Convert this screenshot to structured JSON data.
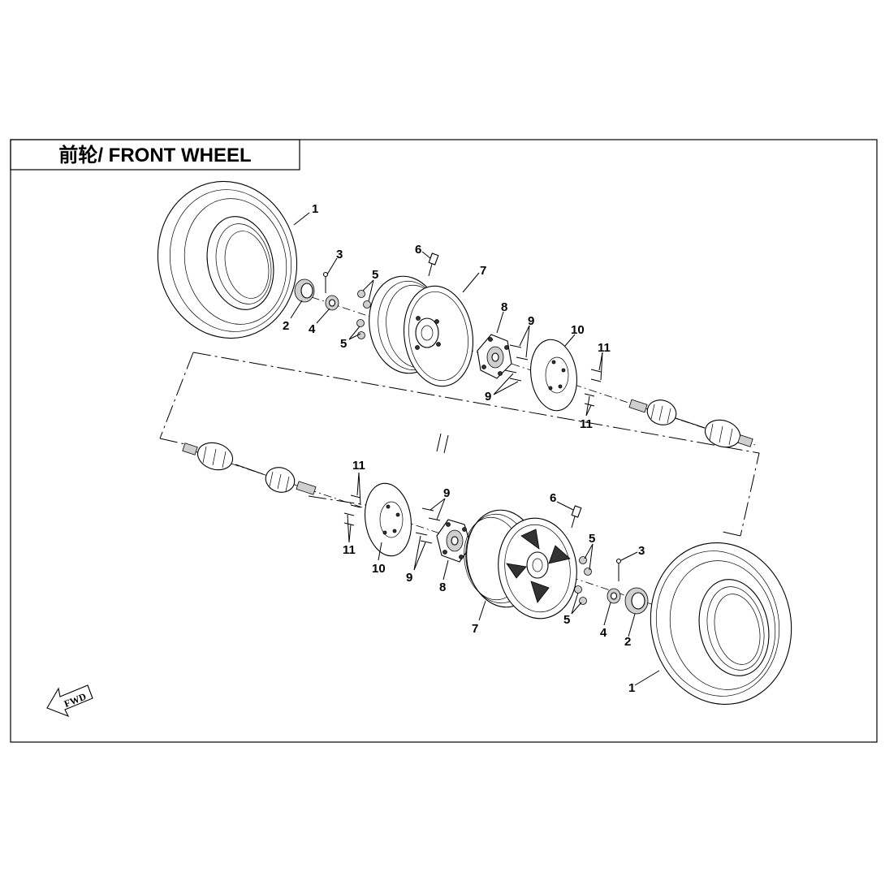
{
  "title": "前轮/ FRONT WHEEL",
  "fwd_label": "FWD",
  "labels": {
    "upper": {
      "tire": "1",
      "nut": "2",
      "cotter_pin": "3",
      "washer": "4",
      "lug_nut_a": "5",
      "lug_nut_b": "5",
      "valve": "6",
      "rim": "7",
      "hub": "8",
      "stud_a": "9",
      "stud_b": "9",
      "disc": "10",
      "bolt_a": "11",
      "bolt_b": "11"
    },
    "lower": {
      "tire": "1",
      "nut": "2",
      "cotter_pin": "3",
      "washer": "4",
      "lug_nut_a": "5",
      "lug_nut_b": "5",
      "valve": "6",
      "rim": "7",
      "hub": "8",
      "stud_a": "9",
      "stud_b": "9",
      "disc": "10",
      "bolt_a": "11",
      "bolt_b": "11"
    }
  }
}
